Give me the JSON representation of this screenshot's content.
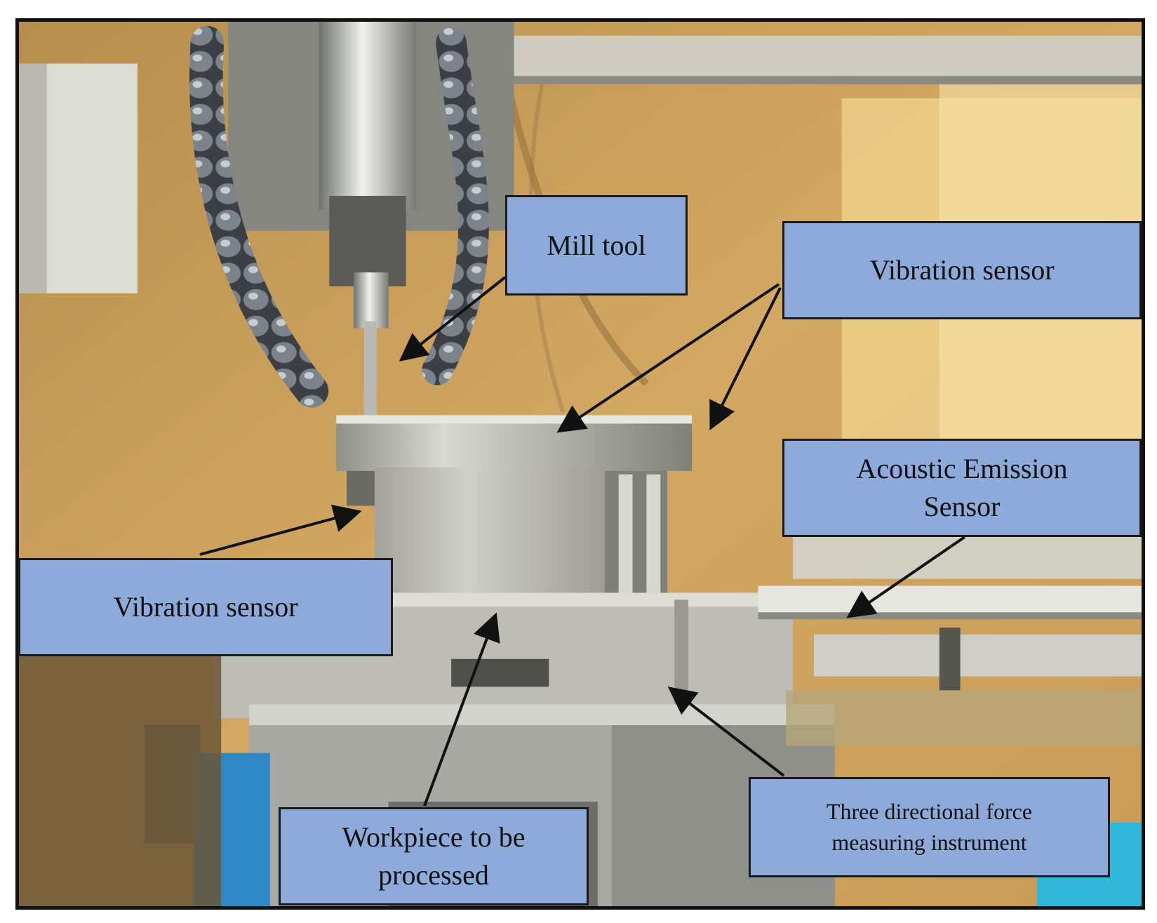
{
  "labels": {
    "mill_tool": "Mill tool",
    "vibration_sensor_top": "Vibration sensor",
    "vibration_sensor_left": "Vibration sensor",
    "acoustic_line1": "Acoustic Emission",
    "acoustic_line2": "Sensor",
    "workpiece_line1": "Workpiece to be",
    "workpiece_line2": "processed",
    "force_line1": "Three directional force",
    "force_line2": "measuring instrument"
  },
  "colors": {
    "label_fill": "#8eaadb",
    "label_border": "#1a1a1a",
    "arrow": "#111111",
    "background_wall": "#c9a05a"
  }
}
